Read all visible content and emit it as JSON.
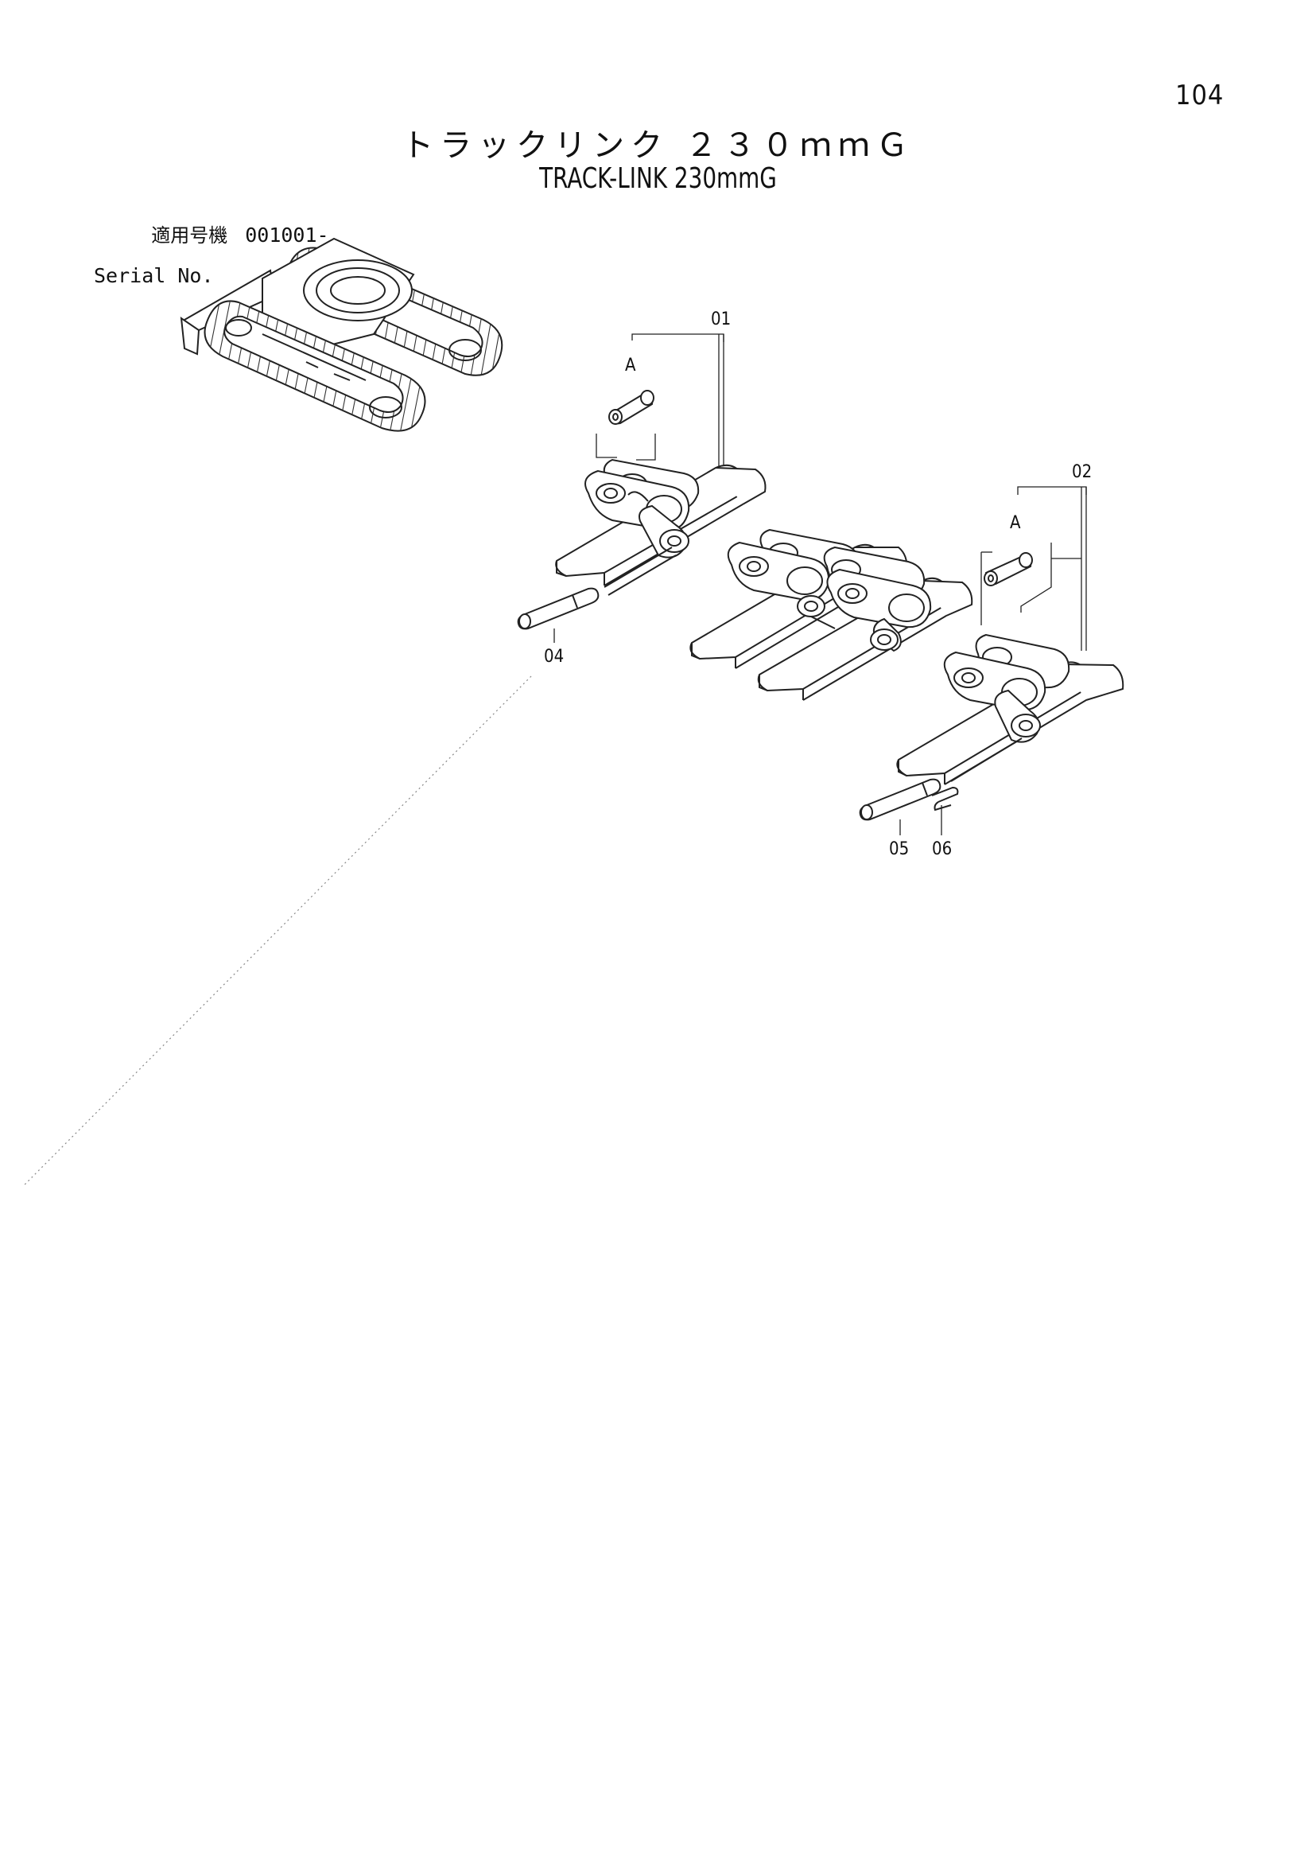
{
  "page": {
    "number": "104",
    "title_jp": "トラックリンク ２３０ｍｍＧ",
    "title_en": "TRACK-LINK 230mmG"
  },
  "serial": {
    "label_jp": "適用号機",
    "value": "001001-",
    "label_en": "Serial No."
  },
  "callouts": {
    "c01": "01",
    "c02": "02",
    "c04": "04",
    "c05": "05",
    "c06": "06",
    "detail_a1": "A",
    "detail_a2": "A"
  }
}
